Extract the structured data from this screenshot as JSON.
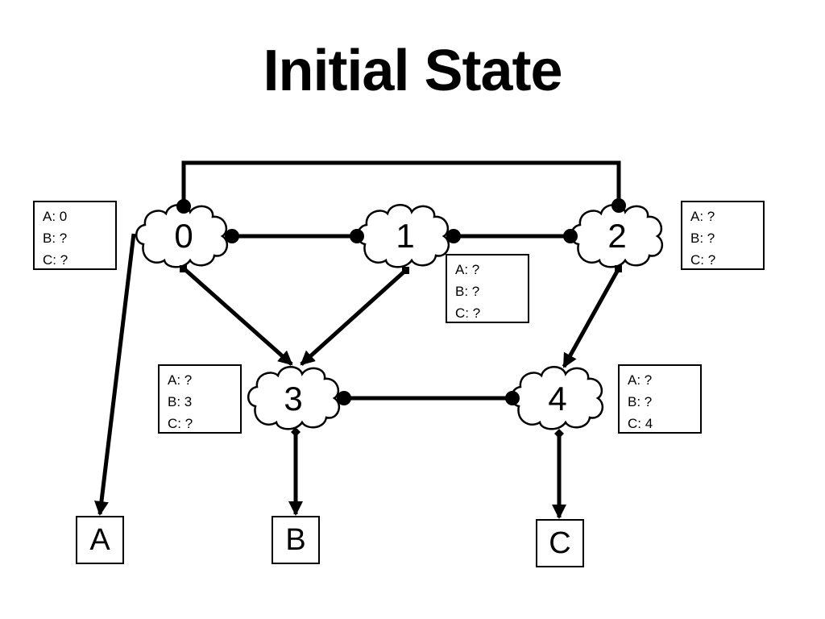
{
  "title": "Initial State",
  "nodes": [
    "0",
    "1",
    "2",
    "3",
    "4"
  ],
  "destinations": [
    "A",
    "B",
    "C"
  ],
  "tables": {
    "n0": [
      {
        "key": "A",
        "value": "0"
      },
      {
        "key": "B",
        "value": "?"
      },
      {
        "key": "C",
        "value": "?"
      }
    ],
    "n1": [
      {
        "key": "A",
        "value": "?"
      },
      {
        "key": "B",
        "value": "?"
      },
      {
        "key": "C",
        "value": "?"
      }
    ],
    "n2": [
      {
        "key": "A",
        "value": "?"
      },
      {
        "key": "B",
        "value": "?"
      },
      {
        "key": "C",
        "value": "?"
      }
    ],
    "n3": [
      {
        "key": "A",
        "value": "?"
      },
      {
        "key": "B",
        "value": "3"
      },
      {
        "key": "C",
        "value": "?"
      }
    ],
    "n4": [
      {
        "key": "A",
        "value": "?"
      },
      {
        "key": "B",
        "value": "?"
      },
      {
        "key": "C",
        "value": "4"
      }
    ]
  },
  "links": [
    {
      "from": "0",
      "to": "1",
      "kind": "bidirectional"
    },
    {
      "from": "1",
      "to": "2",
      "kind": "bidirectional"
    },
    {
      "from": "0",
      "to": "2",
      "kind": "bidirectional"
    },
    {
      "from": "3",
      "to": "4",
      "kind": "bidirectional"
    },
    {
      "from": "0",
      "to": "3",
      "kind": "directed"
    },
    {
      "from": "1",
      "to": "3",
      "kind": "directed"
    },
    {
      "from": "2",
      "to": "4",
      "kind": "directed"
    },
    {
      "from": "0",
      "to": "A",
      "kind": "directed"
    },
    {
      "from": "3",
      "to": "B",
      "kind": "directed"
    },
    {
      "from": "4",
      "to": "C",
      "kind": "directed"
    }
  ]
}
